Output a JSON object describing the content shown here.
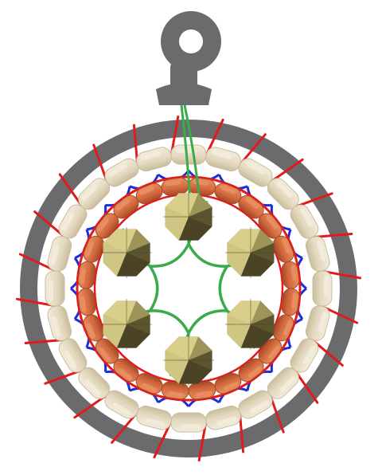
{
  "diagram": {
    "colors": {
      "bezel": "#6b6b6d",
      "background": "#ffffff",
      "outer_bead_fill": "#e3d8bf",
      "outer_bead_highlight": "#f3ecdc",
      "outer_bead_shadow": "#c9bc9d",
      "inner_bead_fill": "#d26a3f",
      "inner_bead_highlight": "#e98f62",
      "inner_bead_shadow": "#a84a27",
      "crystal_light": "#d7cf8a",
      "crystal_mid": "#9c9458",
      "crystal_dark": "#4a4325",
      "thread_red": "#e11b1b",
      "thread_blue": "#1f2fd6",
      "thread_green": "#3aaa4a"
    },
    "counts": {
      "outer_beads": 24,
      "inner_beads": 24,
      "crystals": 6
    }
  }
}
